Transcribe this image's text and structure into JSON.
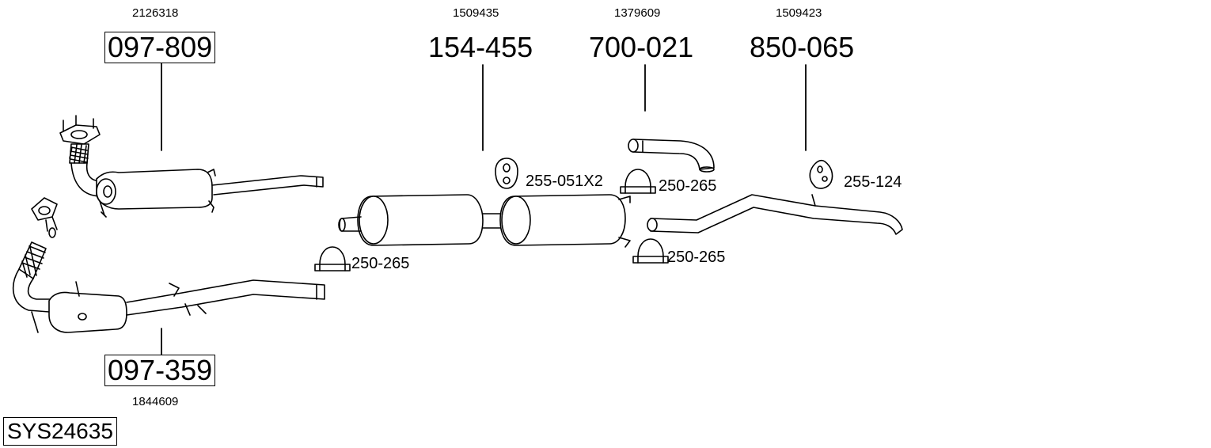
{
  "system_number": "SYS24635",
  "parts": [
    {
      "id": "front-cat",
      "part_number": "097-809",
      "oe_number": "2126318",
      "boxed": true
    },
    {
      "id": "lower-cat",
      "part_number": "097-359",
      "oe_number": "1844609",
      "boxed": true
    },
    {
      "id": "middle-silencer",
      "part_number": "154-455",
      "oe_number": "1509435",
      "boxed": false
    },
    {
      "id": "tail-bend",
      "part_number": "700-021",
      "oe_number": "1379609",
      "boxed": false
    },
    {
      "id": "rear-pipe",
      "part_number": "850-065",
      "oe_number": "1509423",
      "boxed": false
    }
  ],
  "accessories": {
    "hanger_mid": "255-051X2",
    "hanger_rear": "255-124",
    "clamp_top": "250-265",
    "clamp_left": "250-265",
    "clamp_right": "250-265"
  }
}
